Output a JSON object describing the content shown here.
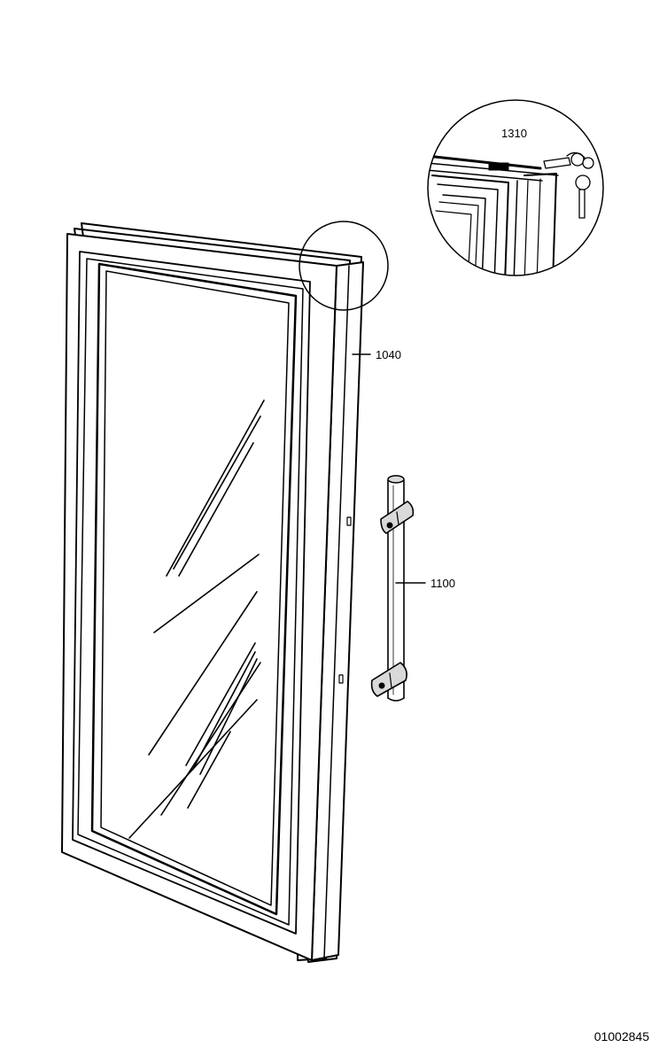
{
  "callouts": {
    "frame_part": "1040",
    "handle_part": "1100",
    "lock_detail_part": "1310"
  },
  "drawing_code": "01002845",
  "colors": {
    "line": "#000000",
    "background": "#ffffff",
    "fill_light": "#d9d9d9"
  }
}
